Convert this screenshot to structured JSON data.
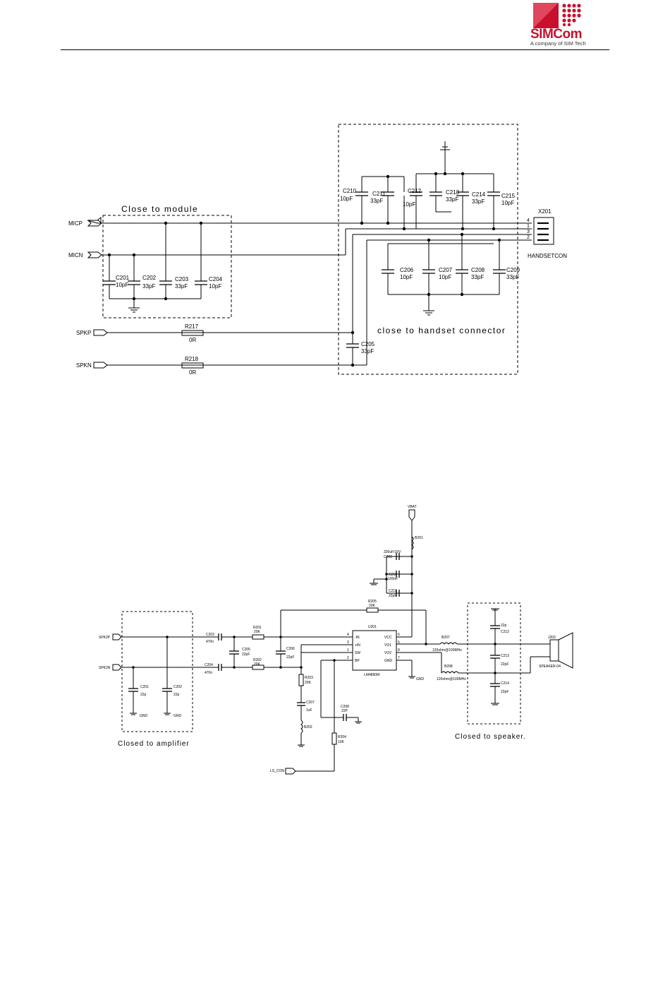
{
  "header": {
    "logo_word_sim": "SIM",
    "logo_word_com": "Com",
    "logo_tagline": "A company of SIM Tech",
    "brand_color": "#c8102e"
  },
  "diagram1": {
    "signals": {
      "micp": "MICP",
      "micn": "MICN",
      "spkp": "SPKP",
      "spkn": "SPKN"
    },
    "notes": {
      "module": "Close to module",
      "handset": "close to handset connector"
    },
    "connector": {
      "ref": "X201",
      "name": "HANDSETCON",
      "pins": [
        "4",
        "1",
        "3",
        "2"
      ]
    },
    "resistors": [
      {
        "ref": "R217",
        "value": "0R"
      },
      {
        "ref": "R218",
        "value": "0R"
      }
    ],
    "capacitors": [
      {
        "ref": "C201",
        "value": "10pF"
      },
      {
        "ref": "C202",
        "value": "33pF"
      },
      {
        "ref": "C203",
        "value": "33pF"
      },
      {
        "ref": "C204",
        "value": "10pF"
      },
      {
        "ref": "C205",
        "value": "33pF"
      },
      {
        "ref": "C206",
        "value": "10pF"
      },
      {
        "ref": "C207",
        "value": "10pF"
      },
      {
        "ref": "C208",
        "value": "33pF"
      },
      {
        "ref": "C209",
        "value": "33pF"
      },
      {
        "ref": "C210",
        "value": "10pF"
      },
      {
        "ref": "C211",
        "value": "33pF"
      },
      {
        "ref": "C212",
        "value": "10pF"
      },
      {
        "ref": "C213",
        "value": "33pF"
      },
      {
        "ref": "C214",
        "value": "33pF"
      },
      {
        "ref": "C215",
        "value": "10pF"
      }
    ]
  },
  "diagram2": {
    "signals": {
      "spk2p": "SPK2P",
      "spk2n": "SPK2N",
      "vbat": "VBAT",
      "ls_con": "LS_CON",
      "gnd": "GND"
    },
    "notes": {
      "amplifier": "Closed to amplifier",
      "speaker": "Closed to speaker."
    },
    "ic": {
      "ref": "U201",
      "part": "LM4890M",
      "pins_left": [
        {
          "num": "4",
          "name": "-IN"
        },
        {
          "num": "3",
          "name": "+IN"
        },
        {
          "num": "1",
          "name": "SW"
        },
        {
          "num": "2",
          "name": "BP"
        }
      ],
      "pins_right": [
        {
          "num": "6",
          "name": "VCC"
        },
        {
          "num": "5",
          "name": "VO1"
        },
        {
          "num": "8",
          "name": "VO2"
        },
        {
          "num": "7",
          "name": "GND"
        }
      ]
    },
    "connector": {
      "ref": "J203",
      "name": "SPEAKER-04"
    },
    "beads": [
      {
        "ref": "B201",
        "value": ""
      },
      {
        "ref": "B202",
        "value": ""
      },
      {
        "ref": "B207",
        "value": "120ohm@100MHz"
      },
      {
        "ref": "B208",
        "value": "120ohm@100MHz"
      }
    ],
    "resistors": [
      {
        "ref": "R201",
        "value": "20K"
      },
      {
        "ref": "R202",
        "value": "20K"
      },
      {
        "ref": "R203",
        "value": "20K"
      },
      {
        "ref": "R204",
        "value": "10K"
      },
      {
        "ref": "R205",
        "value": "20K"
      }
    ],
    "capacitors": [
      {
        "ref": "C201",
        "value": "22p"
      },
      {
        "ref": "C202",
        "value": "22p"
      },
      {
        "ref": "C203",
        "value": "470n"
      },
      {
        "ref": "C204",
        "value": "470n"
      },
      {
        "ref": "C205",
        "value": "22pF"
      },
      {
        "ref": "C206",
        "value": "22pF"
      },
      {
        "ref": "C207",
        "value": "1uF"
      },
      {
        "ref": "C208",
        "value": "22P"
      },
      {
        "ref": "C209",
        "value": "330uF/10V"
      },
      {
        "ref": "C210",
        "value": "100nF"
      },
      {
        "ref": "C211",
        "value": "22pF"
      },
      {
        "ref": "C212",
        "value": "22p"
      },
      {
        "ref": "C213",
        "value": "22pF"
      },
      {
        "ref": "C214",
        "value": "22pF"
      }
    ]
  }
}
